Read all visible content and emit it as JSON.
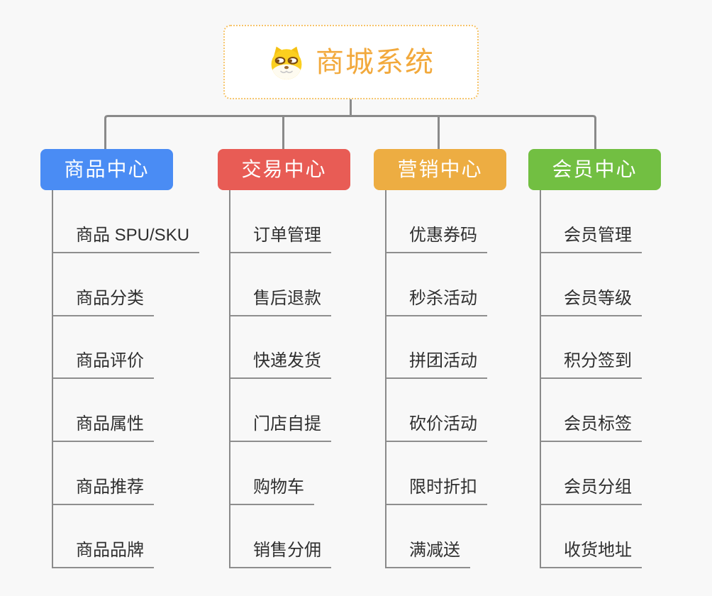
{
  "root": {
    "title": "商城系统",
    "icon": "dog-face-icon"
  },
  "branches": [
    {
      "label": "商品中心",
      "color": "#4A8CF4",
      "children": [
        "商品 SPU/SKU",
        "商品分类",
        "商品评价",
        "商品属性",
        "商品推荐",
        "商品品牌"
      ]
    },
    {
      "label": "交易中心",
      "color": "#E85C55",
      "children": [
        "订单管理",
        "售后退款",
        "快递发货",
        "门店自提",
        "购物车",
        "销售分佣"
      ]
    },
    {
      "label": "营销中心",
      "color": "#EDAD42",
      "children": [
        "优惠券码",
        "秒杀活动",
        "拼团活动",
        "砍价活动",
        "限时折扣",
        "满减送"
      ]
    },
    {
      "label": "会员中心",
      "color": "#72BF42",
      "children": [
        "会员管理",
        "会员等级",
        "积分签到",
        "会员标签",
        "会员分组",
        "收货地址"
      ]
    }
  ],
  "colors": {
    "background": "#F8F8F8",
    "line": "#8A8A8A",
    "leaf_line": "#8E8E8E",
    "leaf_text": "#2F2F2F",
    "root_accent": "#F2A93C",
    "root_border": "#F6C46A",
    "root_background": "#FFFFFF",
    "branch_text": "#FFFFFF"
  }
}
